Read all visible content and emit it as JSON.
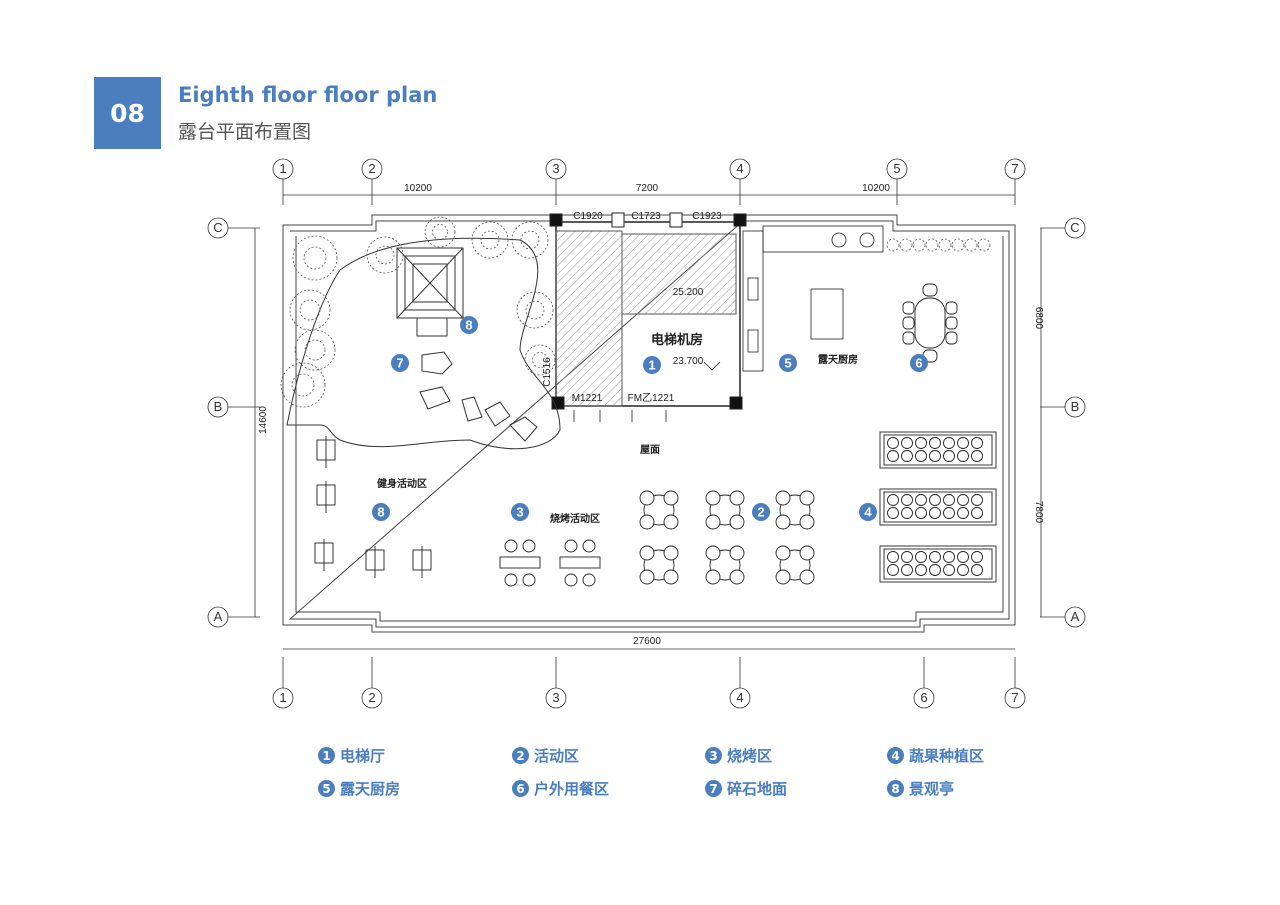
{
  "header": {
    "number": "08",
    "title_en": "Eighth floor floor plan",
    "title_cn": "露台平面布置图"
  },
  "axes": {
    "top": [
      "1",
      "2",
      "3",
      "4",
      "5",
      "7"
    ],
    "bottom": [
      "1",
      "2",
      "3",
      "4",
      "6",
      "7"
    ],
    "rows": [
      "C",
      "B",
      "A"
    ]
  },
  "dimensions": {
    "top": [
      "10200",
      "7200",
      "10200"
    ],
    "bottom": "27600",
    "left": "14600",
    "right": [
      "6800",
      "7800"
    ]
  },
  "plan_labels": {
    "elevator_room": "电梯机房",
    "roof": "屋面",
    "fitness": "健身活动区",
    "bbq": "烧烤活动区",
    "kitchen": "露天厨房",
    "elev_high": "25.200",
    "elev_low": "23.700",
    "door_m": "M1221",
    "door_fm": "FM乙1221",
    "window_1": "C1920",
    "window_2": "C1723",
    "window_3": "C1923",
    "window_4": "C1516"
  },
  "legend": [
    {
      "num": "1",
      "label": "电梯厅"
    },
    {
      "num": "2",
      "label": "活动区"
    },
    {
      "num": "3",
      "label": "烧烤区"
    },
    {
      "num": "4",
      "label": "蔬果种植区"
    },
    {
      "num": "5",
      "label": "露天厨房"
    },
    {
      "num": "6",
      "label": "户外用餐区"
    },
    {
      "num": "7",
      "label": "碎石地面"
    },
    {
      "num": "8",
      "label": "景观亭"
    }
  ],
  "accent_color": "#4a7ebf"
}
